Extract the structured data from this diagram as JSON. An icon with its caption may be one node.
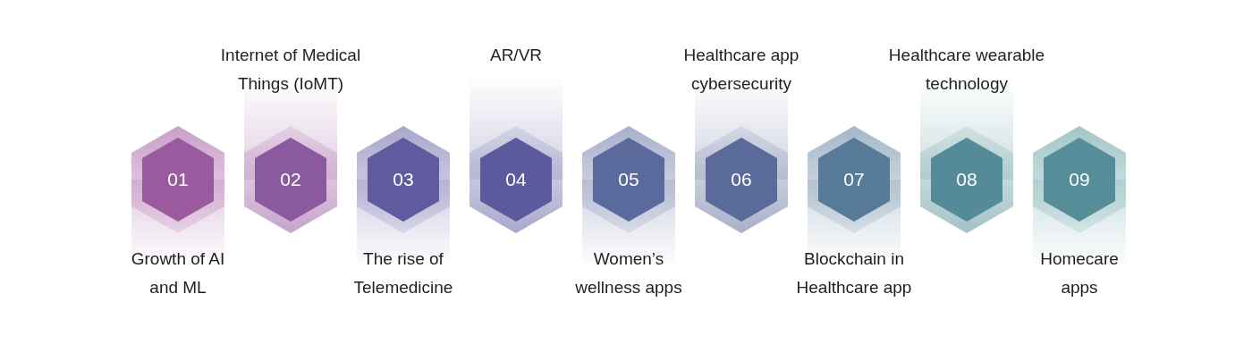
{
  "diagram": {
    "nodes": [
      {
        "text": [
          "01"
        ],
        "beside": [
          "Growth of AI and ML"
        ]
      },
      {
        "text": [
          "02"
        ],
        "beside": [
          "Internet of Medical Things (IoMT)"
        ]
      },
      {
        "text": [
          "03"
        ],
        "beside": [
          "The rise of Telemedicine"
        ]
      },
      {
        "text": [
          "04"
        ],
        "beside": [
          "AR/VR"
        ]
      },
      {
        "text": [
          "05"
        ],
        "beside": [
          "Women’s wellness apps"
        ]
      },
      {
        "text": [
          "06"
        ],
        "beside": [
          "Healthcare app cybersecurity"
        ]
      },
      {
        "text": [
          "07"
        ],
        "beside": [
          "Blockchain in Healthcare app"
        ]
      },
      {
        "text": [
          "08"
        ],
        "beside": [
          "Healthcare wearable technology"
        ]
      },
      {
        "text": [
          "09"
        ],
        "beside": [
          "Homecare apps"
        ]
      }
    ]
  }
}
